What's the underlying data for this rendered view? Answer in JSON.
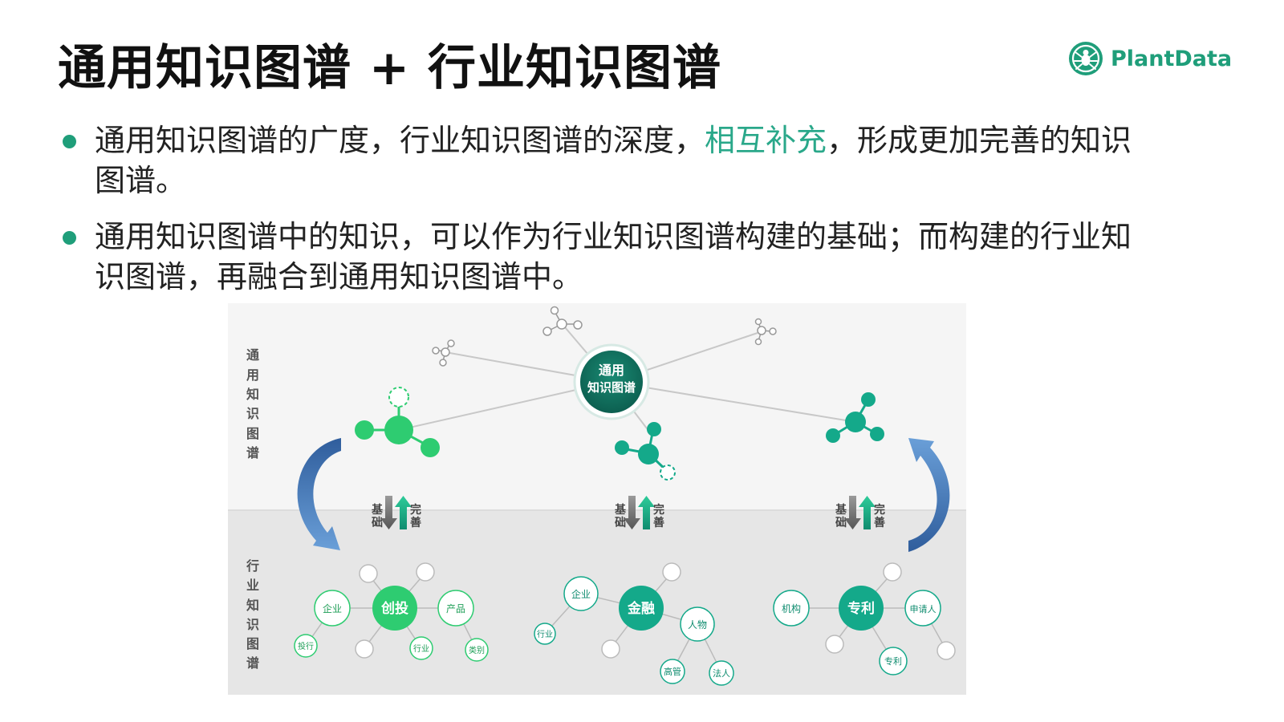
{
  "title": "通用知识图谱 + 行业知识图谱",
  "logo": {
    "text": "PlantData",
    "icon": "spider-icon",
    "color": "#1f9e7a"
  },
  "bullets": [
    {
      "before": "通用知识图谱的广度，行业知识图谱的深度，",
      "highlight": "相互补充",
      "after": "，形成更加完善的知识图谱。"
    },
    {
      "text": "通用知识图谱中的知识，可以作为行业知识图谱构建的基础；而构建的行业知识图谱，再融合到通用知识图谱中。"
    }
  ],
  "colors": {
    "accent": "#1f9e7a",
    "highlight": "#2aa88a",
    "node_green": "#2ecc71",
    "node_teal": "#14a98a",
    "arrow_blue": "#4a80c4"
  },
  "diagram": {
    "left_label_top": [
      "通",
      "用",
      "知",
      "识",
      "图",
      "谱"
    ],
    "left_label_bottom": [
      "行",
      "业",
      "知",
      "识",
      "图",
      "谱"
    ],
    "center_node": {
      "line1": "通用",
      "line2": "知识图谱"
    },
    "arrow_labels": {
      "down": [
        "基",
        "础"
      ],
      "up": [
        "完",
        "善"
      ]
    },
    "industry": {
      "left": {
        "hub": "创投",
        "nodes": [
          "企业",
          "产品",
          "投行",
          "行业",
          "类别"
        ]
      },
      "middle": {
        "hub": "金融",
        "nodes": [
          "企业",
          "人物",
          "行业",
          "高管",
          "法人"
        ]
      },
      "right": {
        "hub": "专利",
        "nodes": [
          "机构",
          "申请人",
          "专利"
        ]
      }
    }
  }
}
